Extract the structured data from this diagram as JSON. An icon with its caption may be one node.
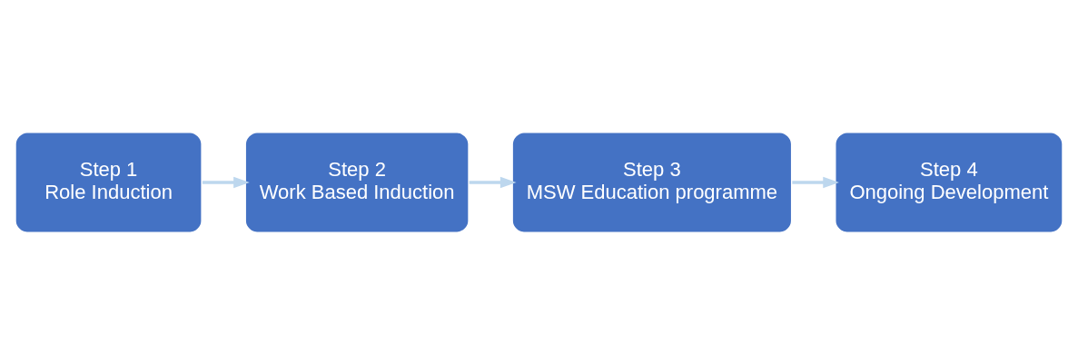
{
  "diagram": {
    "nodes": [
      {
        "text": [
          "Step 1",
          "Role Induction"
        ]
      },
      {
        "text": [
          "Step 2",
          "Work Based Induction"
        ]
      },
      {
        "text": [
          "Step 3",
          "MSW Education programme"
        ]
      },
      {
        "text": [
          "Step 4",
          "Ongoing Development"
        ]
      }
    ],
    "edges": [
      {
        "from": 0,
        "to": 1,
        "arrow": "to",
        "color": "#bdd7ee"
      },
      {
        "from": 1,
        "to": 2,
        "arrow": "to",
        "color": "#bdd7ee"
      },
      {
        "from": 2,
        "to": 3,
        "arrow": "to",
        "color": "#bdd7ee"
      }
    ]
  }
}
